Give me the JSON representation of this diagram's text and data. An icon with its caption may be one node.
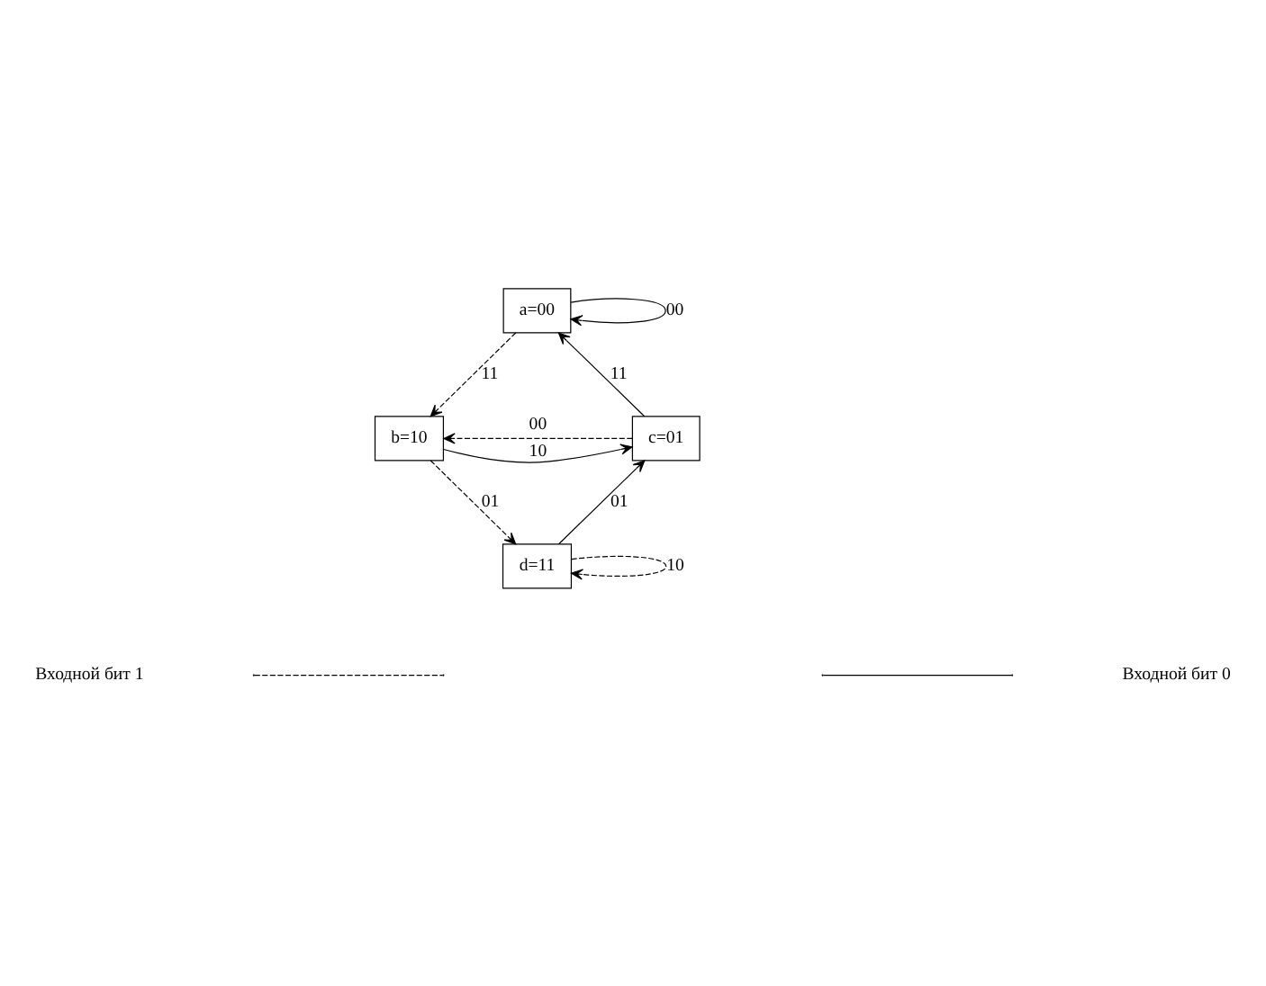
{
  "diagram": {
    "nodes": [
      {
        "text": [
          "a=00"
        ]
      },
      {
        "text": [
          "b=10"
        ]
      },
      {
        "text": [
          "c=01"
        ]
      },
      {
        "text": [
          "d=11"
        ]
      }
    ],
    "edges": [
      {
        "from": 0,
        "to": 0,
        "arrow": "to",
        "label": "00"
      },
      {
        "from": 0,
        "to": 1,
        "arrow": "to",
        "label": "11",
        "style": "dashed"
      },
      {
        "from": 2,
        "to": 0,
        "arrow": "to",
        "label": "11"
      },
      {
        "from": 2,
        "to": 1,
        "arrow": "to",
        "label": "00",
        "style": "dashed"
      },
      {
        "from": 1,
        "to": 2,
        "arrow": "to",
        "label": "10"
      },
      {
        "from": 1,
        "to": 3,
        "arrow": "to",
        "label": "01",
        "style": "dashed"
      },
      {
        "from": 3,
        "to": 2,
        "arrow": "to",
        "label": "01"
      },
      {
        "from": 3,
        "to": 3,
        "arrow": "to",
        "label": "10",
        "style": "dashed"
      }
    ],
    "legend": [
      {
        "text": "Входной бит 1"
      },
      {
        "text": "Входной бит 0"
      }
    ]
  }
}
